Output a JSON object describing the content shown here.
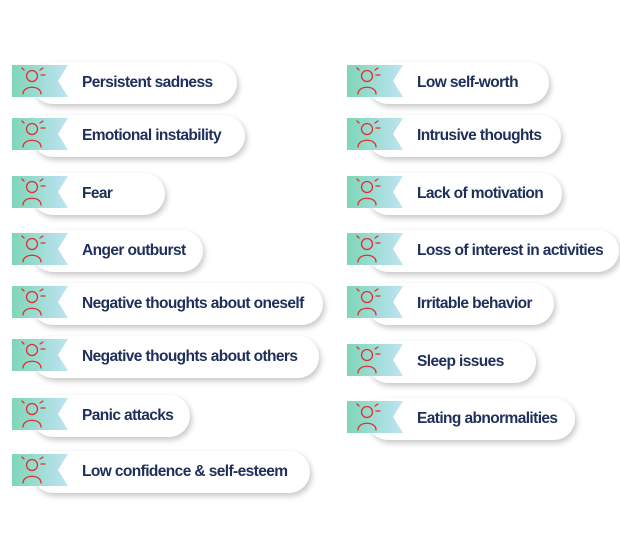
{
  "colors": {
    "label": "#1d2f5a",
    "icon": "#e03131",
    "tag_start": "#7ed6b8",
    "tag_end": "#bfe3f3"
  },
  "left_items": [
    {
      "label": "Persistent sadness",
      "icon": "sad-head-icon"
    },
    {
      "label": "Emotional instability",
      "icon": "confused-person-icon"
    },
    {
      "label": "Fear",
      "icon": "fearful-person-icon"
    },
    {
      "label": "Anger outburst",
      "icon": "angry-person-icon"
    },
    {
      "label": "Negative thoughts about oneself",
      "icon": "self-doubt-person-icon"
    },
    {
      "label": "Negative thoughts about others",
      "icon": "blaming-person-icon"
    },
    {
      "label": "Panic attacks",
      "icon": "panic-face-icon"
    },
    {
      "label": "Low confidence & self-esteem",
      "icon": "mirror-person-icon"
    }
  ],
  "right_items": [
    {
      "label": "Low self-worth",
      "icon": "thumbs-down-person-icon"
    },
    {
      "label": "Intrusive thoughts",
      "icon": "overthinking-person-icon"
    },
    {
      "label": "Lack of motivation",
      "icon": "tired-person-icon"
    },
    {
      "label": "Loss of interest in activities",
      "icon": "bored-person-icon"
    },
    {
      "label": "Irritable behavior",
      "icon": "irritated-person-icon"
    },
    {
      "label": "Sleep issues",
      "icon": "sleepless-person-icon"
    },
    {
      "label": "Eating abnormalities",
      "icon": "eating-person-icon"
    }
  ]
}
